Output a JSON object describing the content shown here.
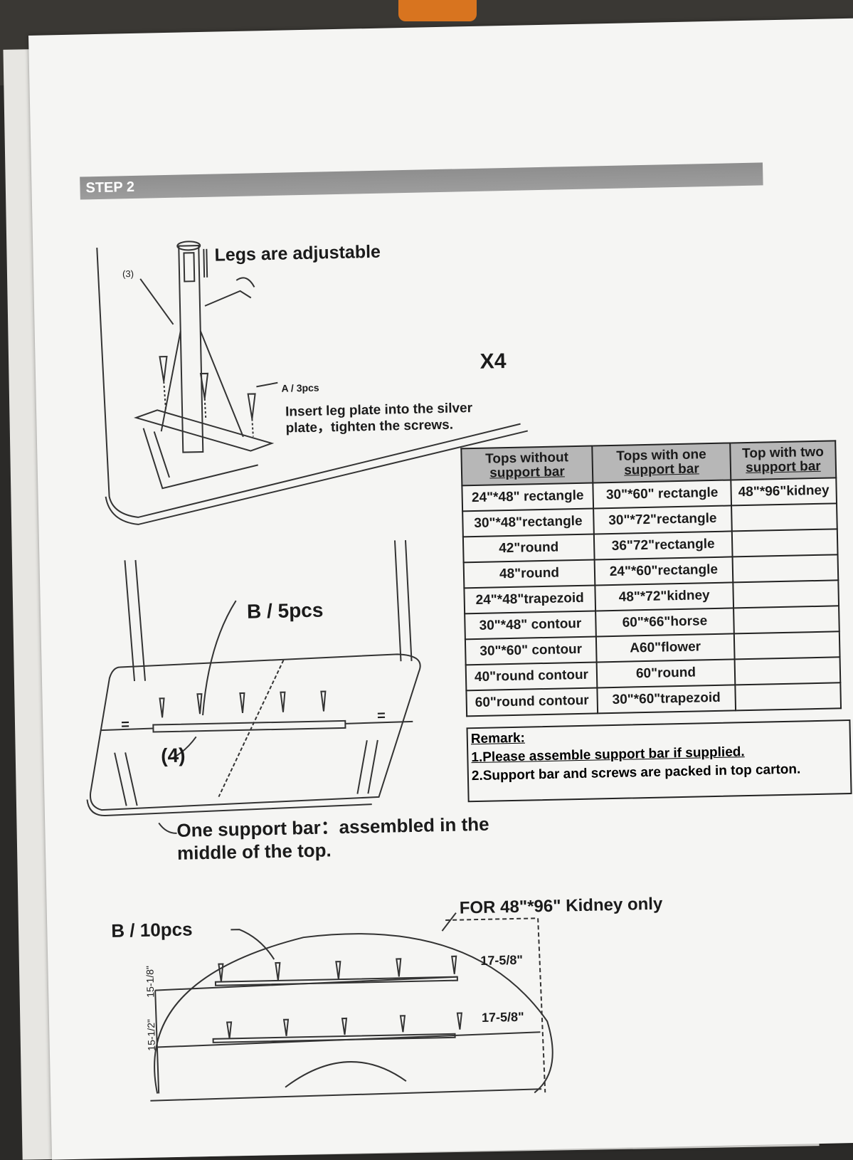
{
  "step": {
    "label": "STEP 2"
  },
  "legs": {
    "adjustable_label": "Legs are adjustable",
    "part3_label": "(3)",
    "screws_label": "A / 3pcs",
    "multiplier": "X4",
    "instruction_line1": "Insert leg plate into the silver",
    "instruction_line2": "plate，tighten the screws."
  },
  "support_bar": {
    "screws_label": "B / 5pcs",
    "part_label": "(4)",
    "equal_mark": "=",
    "note_line1": "One support bar：assembled in the",
    "note_line2": "middle of the top."
  },
  "kidney": {
    "screws_label": "B / 10pcs",
    "title": "FOR 48\"*96\" Kidney only",
    "dim_top": "17-5/8\"",
    "dim_bottom": "17-5/8\"",
    "dim_side_1": "15-1/8\"",
    "dim_side_2": "15-1/2\""
  },
  "table": {
    "headers": [
      {
        "line1": "Tops without",
        "line2": "support bar"
      },
      {
        "line1": "Tops with one",
        "line2": "support bar"
      },
      {
        "line1": "Top with two",
        "line2": "support bar"
      }
    ],
    "rows": [
      [
        "24\"*48\" rectangle",
        "30\"*60\" rectangle",
        "48\"*96\"kidney"
      ],
      [
        "30\"*48\"rectangle",
        "30\"*72\"rectangle",
        ""
      ],
      [
        "42\"round",
        "36\"72\"rectangle",
        ""
      ],
      [
        "48\"round",
        "24\"*60\"rectangle",
        ""
      ],
      [
        "24\"*48\"trapezoid",
        "48\"*72\"kidney",
        ""
      ],
      [
        "30\"*48\" contour",
        "60\"*66\"horse",
        ""
      ],
      [
        "30\"*60\" contour",
        "A60\"flower",
        ""
      ],
      [
        "40\"round contour",
        "60\"round",
        ""
      ],
      [
        "60\"round contour",
        "30\"*60\"trapezoid",
        ""
      ]
    ],
    "remark_title": "Remark:",
    "remark_1": "1.Please assemble support bar if supplied.",
    "remark_2": "2.Support bar and screws are packed in top carton."
  }
}
